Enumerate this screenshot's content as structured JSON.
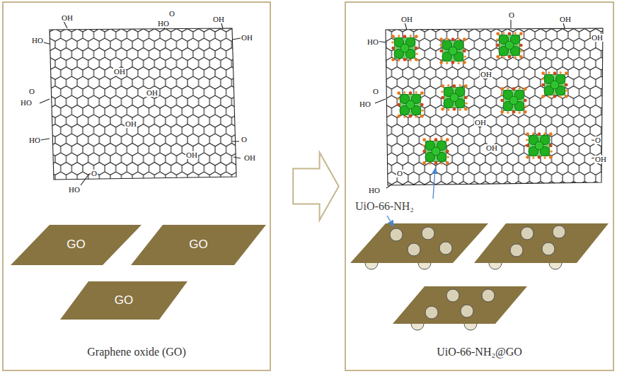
{
  "diagram": {
    "nodes": [
      {
        "text": [
          "Graphene oxide (GO)"
        ]
      },
      {
        "text": [
          "GO"
        ],
        "in": 0
      },
      {
        "text": [
          "GO"
        ],
        "in": 0
      },
      {
        "text": [
          "GO"
        ],
        "in": 0
      },
      {
        "text": [
          "UiO-66-NH₂@GO"
        ]
      }
    ],
    "edges": [
      {
        "from": 0,
        "to": 4,
        "arrow": "to"
      }
    ],
    "labels": [
      "UiO-66-NH₂",
      "OH",
      "HO",
      "HO",
      "O",
      "OH",
      "OH",
      "O",
      "HO",
      "OH",
      "OH",
      "OH",
      "HO",
      "O",
      "OH",
      "O",
      "HO",
      "OH",
      "OH",
      "HO",
      "O",
      "OH",
      "OH",
      "O",
      "HO",
      "OH",
      "OH",
      "O",
      "OH",
      "O",
      "HO",
      "OH"
    ]
  }
}
